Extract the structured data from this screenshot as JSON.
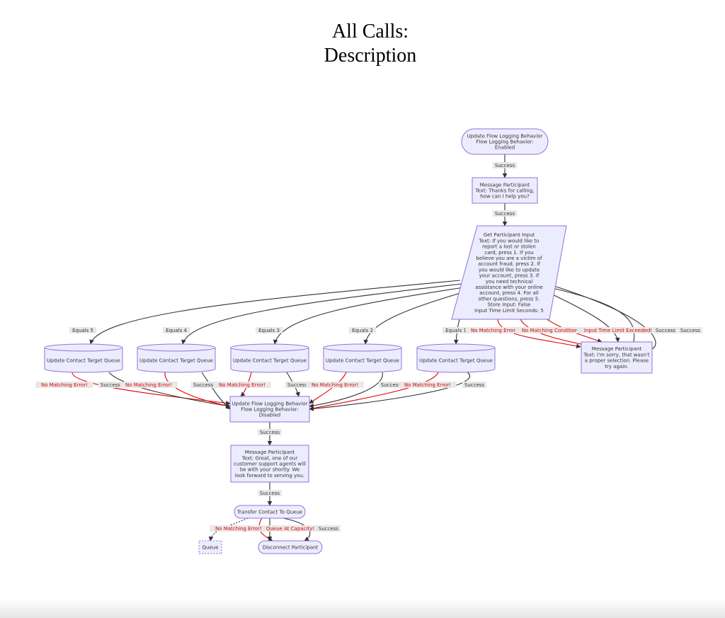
{
  "title": {
    "line1": "All Calls:",
    "line2": "Description"
  },
  "nodes": {
    "flow_log_enabled": [
      "Update Flow Logging Behavior",
      "Flow Logging Behavior:",
      "Enabled"
    ],
    "msg_thanks": [
      "Message Participant",
      "Text: Thanks for calling,",
      "how can I help you?"
    ],
    "get_input": [
      "Get Participant Input",
      "Text: If you would like to",
      "report a lost or stolen",
      "card, press 1. If you",
      "believe you are a victim of",
      "account fraud, press 2. If",
      "you would like to update",
      "your account, press 3. If",
      "you need technical",
      "assistance with your online",
      "account, press 4. For all",
      "other questions, press 5.",
      "Store Input: False",
      "Input Time Limit Seconds: 5"
    ],
    "msg_sorry": [
      "Message Participant",
      "Text: I'm sorry, that wasn't",
      "a proper selection. Please",
      "try again."
    ],
    "queue5": [
      "Update Contact Target Queue"
    ],
    "queue4": [
      "Update Contact Target Queue"
    ],
    "queue3": [
      "Update Contact Target Queue"
    ],
    "queue2": [
      "Update Contact Target Queue"
    ],
    "queue1": [
      "Update Contact Target Queue"
    ],
    "flow_log_disabled": [
      "Update Flow Logging Behavior",
      "Flow Logging Behavior:",
      "Disabled"
    ],
    "msg_great": [
      "Message Participant",
      "Text: Great, one of our",
      "customer support agents will",
      "be with your shortly. We",
      "look forward to serving you."
    ],
    "transfer": [
      "Transfer Contact To Queue"
    ],
    "queue_box": [
      "Queue"
    ],
    "disconnect": [
      "Disconnect Participant"
    ]
  },
  "edge_labels": {
    "success": "Success",
    "equals5": "Equals 5",
    "equals4": "Equals 4",
    "equals3": "Equals 3",
    "equals2": "Equals 2",
    "equals1": "Equals 1",
    "no_matching_error": "No Matching Error!",
    "no_matching_condition": "No Matching Condition!",
    "input_time_limit": "Input Time Limit Exceeded!",
    "queue_at_capacity": "Queue At Capacity!"
  },
  "colors": {
    "node_fill": "#ECECFF",
    "node_stroke": "#9370DB",
    "edge": "#333333",
    "error_edge": "#e00000",
    "label_background": "#e8e8e8"
  }
}
